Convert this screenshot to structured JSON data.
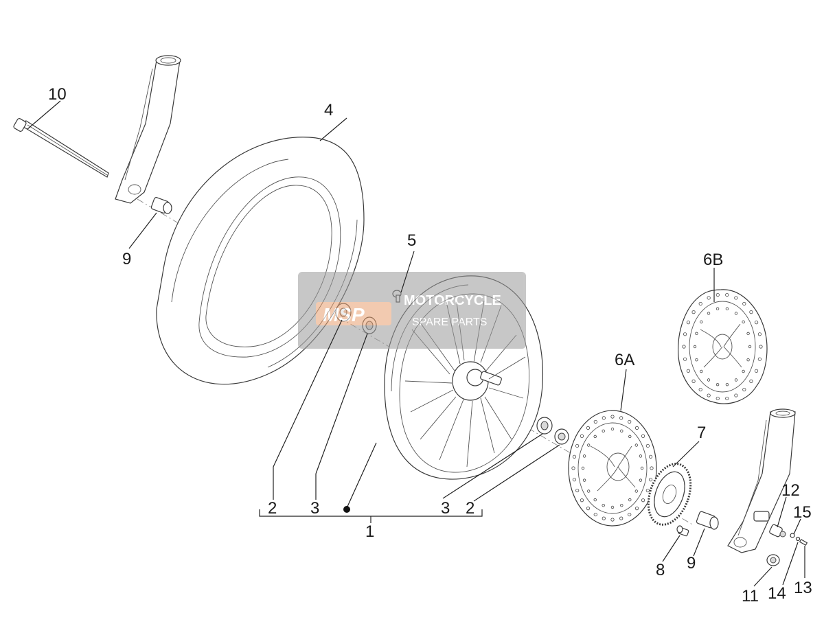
{
  "diagram": {
    "labels": {
      "l1": "1",
      "l2a": "2",
      "l3a": "3",
      "l3b": "3",
      "l2b": "2",
      "l4": "4",
      "l5": "5",
      "l6A": "6A",
      "l6B": "6B",
      "l7": "7",
      "l8": "8",
      "l9a": "9",
      "l9b": "9",
      "l10": "10",
      "l11": "11",
      "l12": "12",
      "l13": "13",
      "l14": "14",
      "l15": "15"
    },
    "watermark": {
      "logo_text": "MSP",
      "text_line1": "MOTORCYCLE",
      "text_line2": "SPARE PARTS"
    }
  },
  "colors": {
    "line": "#3a3a3a",
    "watermark_bg": "#9a9a9a",
    "watermark_logo": "#e8a070"
  }
}
